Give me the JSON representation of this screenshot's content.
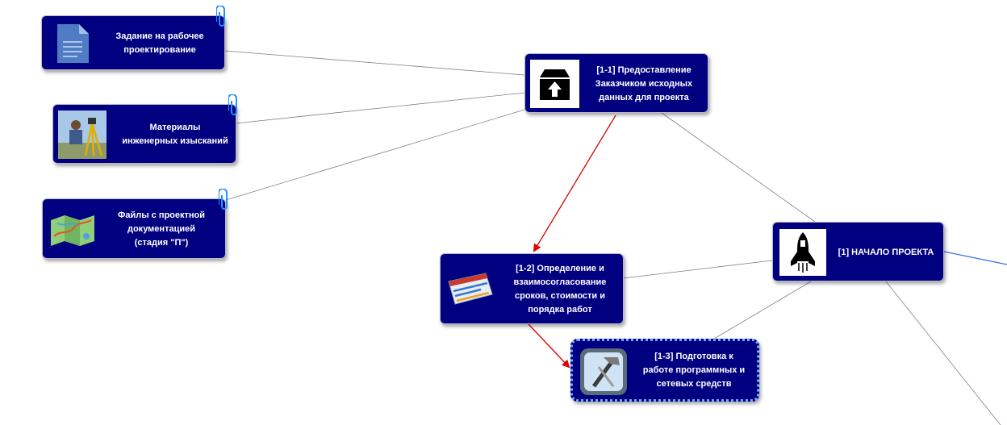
{
  "nodes": {
    "task": {
      "label": "Задание на рабочее\nпроектирование",
      "icon": "document-icon",
      "has_attachment": true
    },
    "surveys": {
      "label": "Материалы\nинженерных изысканий",
      "icon": "surveyor-photo-icon",
      "has_attachment": true
    },
    "design_files": {
      "label": "Файлы с проектной\nдокументацией\n(стадия \"П\")",
      "icon": "map-icon",
      "has_attachment": true
    },
    "provide_data": {
      "label": "[1-1]  Предоставление\nЗаказчиком исходных\nданных для проекта",
      "icon": "box-upload-icon"
    },
    "define_terms": {
      "label": "[1-2] Определение и\nвзаимосогласование\nсроков, стоимости и\nпорядка работ",
      "icon": "schedule-icon"
    },
    "prepare_software": {
      "label": "[1-3]  Подготовка к\nработе программных и\nсетевых средств",
      "icon": "tools-icon",
      "selected": true
    },
    "project_start": {
      "label": "[1]  НАЧАЛО ПРОЕКТА",
      "icon": "rocket-icon"
    }
  },
  "colors": {
    "node_fill": "#000080",
    "link_gray": "#808080",
    "link_red": "#e00000",
    "link_blue": "#3b6fe0",
    "selection": "#6fa8ff",
    "clip": "#1e90ff"
  }
}
